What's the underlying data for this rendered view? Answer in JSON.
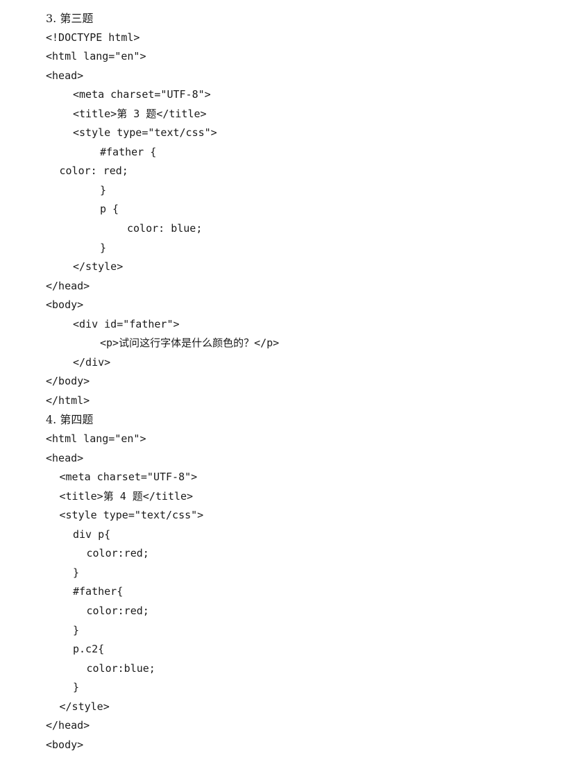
{
  "section3": {
    "heading": "3. 第三题",
    "lines": [
      "<!DOCTYPE html>",
      "<html lang=\"en\">",
      "<head>",
      "<meta charset=\"UTF-8\">",
      "<title>第 3 题</title>",
      "<style type=\"text/css\">",
      "#father {",
      "color: red;",
      "}",
      "p {",
      "color: blue;",
      "}",
      "</style>",
      "</head>",
      "<body>",
      "<div id=\"father\">",
      "<p>试问这行字体是什么颜色的？</p>",
      "</div>",
      "</body>",
      "</html>"
    ]
  },
  "section4": {
    "heading": "4. 第四题",
    "lines": [
      "<html lang=\"en\">",
      "<head>",
      "<meta charset=\"UTF-8\">",
      "<title>第 4 题</title>",
      "<style type=\"text/css\">",
      "div p{",
      "color:red;",
      "}",
      "#father{",
      "color:red;",
      "}",
      "p.c2{",
      "color:blue;",
      "}",
      "</style>",
      "</head>",
      "<body>"
    ]
  }
}
